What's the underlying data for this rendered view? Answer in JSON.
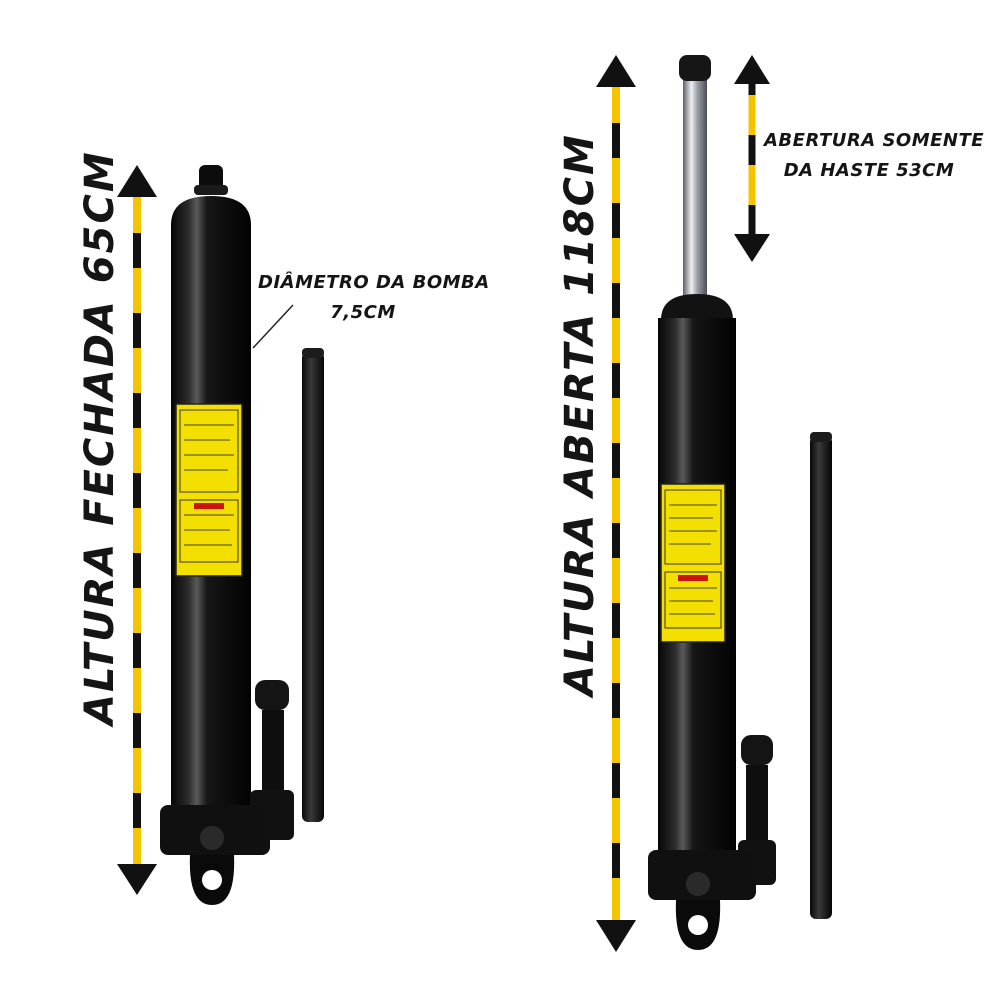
{
  "annotations": {
    "closed_height": "ALTURA FECHADA 65CM",
    "open_height": "ALTURA ABERTA 118CM",
    "pump_diameter_line1": "DIÂMETRO DA BOMBA",
    "pump_diameter_line2": "7,5CM",
    "rod_opening_line1": "ABERTURA SOMENTE",
    "rod_opening_line2": "DA HASTE 53CM"
  },
  "colors": {
    "background": "#ffffff",
    "jack_body": "#101010",
    "measure_yellow": "#f5c400",
    "measure_black": "#111111",
    "sticker_yellow": "#f4e000",
    "chrome": "#b8bcc2"
  }
}
